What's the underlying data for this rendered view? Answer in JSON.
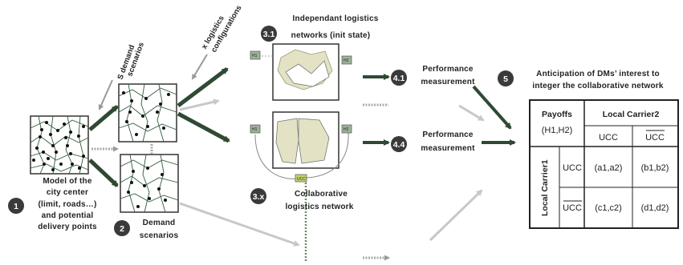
{
  "steps": {
    "s1": {
      "badge": "1",
      "line1": "Model of the",
      "line2": "city center",
      "line3": "(limit, roads…)",
      "line4": "and potential",
      "line5": "delivery points"
    },
    "s2": {
      "badge": "2",
      "line1": "Demand",
      "line2": "scenarios"
    },
    "s31": {
      "badge": "3.1",
      "line1": "Independant logistics",
      "line2": "networks (init state)"
    },
    "s3x": {
      "badge": "3.x",
      "line1": "Collaborative",
      "line2": "logistics network"
    },
    "s41": {
      "badge": "4.1",
      "line1": "Performance",
      "line2": "measurement"
    },
    "s44": {
      "badge": "4.4",
      "line1": "Performance",
      "line2": "measurement"
    },
    "s5": {
      "badge": "5",
      "line1": "Anticipation of DMs’ interest to",
      "line2": "integer the collaborative network"
    }
  },
  "labels": {
    "s_demand_1": "S demand",
    "s_demand_2": "scenarios",
    "x_logistics_1": "x logistics",
    "x_logistics_2": "configurations"
  },
  "node_tags": {
    "h1": "H1",
    "h2": "H2",
    "ucc": "UCC"
  },
  "payoff_table": {
    "corner_line1": "Payoffs",
    "corner_line2": "(H1,H2)",
    "col_header": "Local Carrier2",
    "row_header": "Local Carrier1",
    "col_ucc": "UCC",
    "col_not_ucc": "UCC",
    "row_ucc": "UCC",
    "row_not_ucc": "UCC",
    "a": "(a1,a2)",
    "b": "(b1,b2)",
    "c": "(c1,c2)",
    "d": "(d1,d2)"
  },
  "colors": {
    "dark_green": "#2f4a34",
    "badge": "#3a3a3a",
    "light_arrow": "#c8c8c8",
    "dashed": "#a8a8a8",
    "region": "#e3e2c4"
  }
}
